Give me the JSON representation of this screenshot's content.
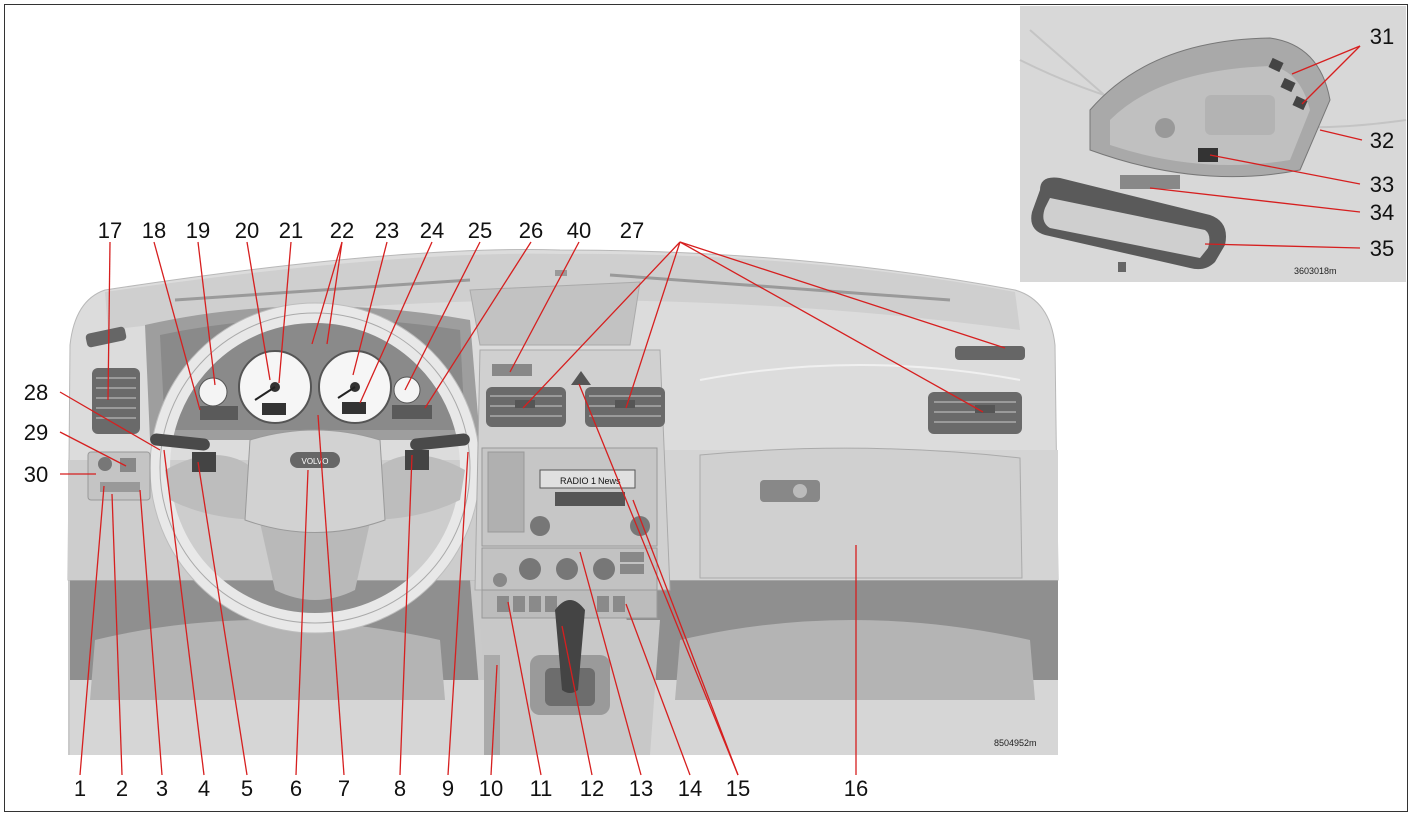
{
  "figure_code_main": "8504952m",
  "figure_code_inset": "3603018m",
  "radio_display": "RADIO 1",
  "radio_display_2": "News",
  "steering_badge": "VOLVO",
  "callouts_bottom": [
    "1",
    "2",
    "3",
    "4",
    "5",
    "6",
    "7",
    "8",
    "9",
    "10",
    "11",
    "12",
    "13",
    "14",
    "15",
    "16"
  ],
  "callouts_top": [
    "17",
    "18",
    "19",
    "20",
    "21",
    "22",
    "23",
    "24",
    "25",
    "26",
    "40",
    "27"
  ],
  "callouts_left": [
    "28",
    "29",
    "30"
  ],
  "callouts_inset": [
    "31",
    "32",
    "33",
    "34",
    "35"
  ]
}
